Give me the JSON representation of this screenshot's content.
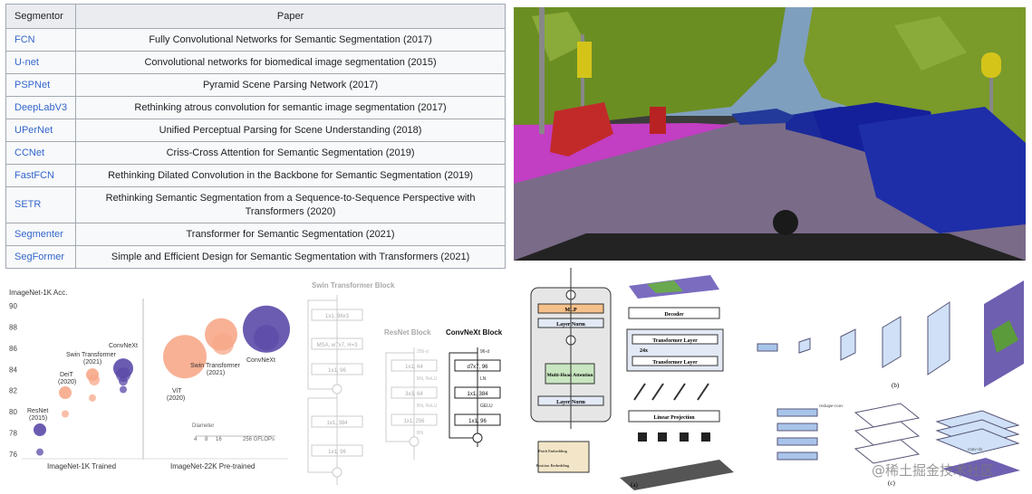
{
  "table": {
    "headers": [
      "Segmentor",
      "Paper"
    ],
    "rows": [
      {
        "name": "FCN",
        "paper": "Fully Convolutional Networks for Semantic Segmentation (2017)"
      },
      {
        "name": "U-net",
        "paper": "Convolutional networks for biomedical image segmentation (2015)"
      },
      {
        "name": "PSPNet",
        "paper": "Pyramid Scene Parsing Network (2017)"
      },
      {
        "name": "DeepLabV3",
        "paper": "Rethinking atrous convolution for semantic image segmentation (2017)"
      },
      {
        "name": "UPerNet",
        "paper": "Unified Perceptual Parsing for Scene Understanding (2018)"
      },
      {
        "name": "CCNet",
        "paper": "Criss-Cross Attention for Semantic Segmentation (2019)"
      },
      {
        "name": "FastFCN",
        "paper": "Rethinking Dilated Convolution in the Backbone for Semantic Segmentation (2019)"
      },
      {
        "name": "SETR",
        "paper": "Rethinking Semantic Segmentation from a Sequence-to-Sequence Perspective with Transformers (2020)"
      },
      {
        "name": "Segmenter",
        "paper": "Transformer for Semantic Segmentation (2021)"
      },
      {
        "name": "SegFormer",
        "paper": "Simple and Efficient Design for Semantic Segmentation with Transformers (2021)"
      }
    ]
  },
  "chart_data": {
    "type": "scatter",
    "title": "ImageNet-1K Acc.",
    "ylim": [
      76,
      90
    ],
    "yticks": [
      "90",
      "88",
      "86",
      "84",
      "82",
      "80",
      "78",
      "76"
    ],
    "groups": [
      "ImageNet-1K Trained",
      "ImageNet-22K Pre-trained"
    ],
    "series": [
      {
        "name": "ResNet (2015)",
        "color": "#5b4aa8",
        "points": [
          {
            "group": 0,
            "y": 78.3
          },
          {
            "group": 0,
            "y": 76.2
          }
        ]
      },
      {
        "name": "DeiT (2020)",
        "color": "#f7a88a",
        "points": [
          {
            "group": 0,
            "y": 81.8
          },
          {
            "group": 0,
            "y": 79.8
          }
        ]
      },
      {
        "name": "Swin Transformer (2021)",
        "color": "#f7a88a",
        "points": [
          {
            "group": 0,
            "y": 83.5
          },
          {
            "group": 0,
            "y": 83.0
          },
          {
            "group": 0,
            "y": 81.3
          }
        ]
      },
      {
        "name": "ConvNeXt",
        "color": "#5b4aa8",
        "points": [
          {
            "group": 0,
            "y": 84.1
          },
          {
            "group": 0,
            "y": 83.5
          },
          {
            "group": 0,
            "y": 82.9
          },
          {
            "group": 0,
            "y": 82.1
          }
        ]
      },
      {
        "name": "ViT (2020)",
        "color": "#f7a88a",
        "points": [
          {
            "group": 1,
            "y": 85.2
          }
        ]
      },
      {
        "name": "Swin Transformer (2021)",
        "color": "#f7a88a",
        "points": [
          {
            "group": 1,
            "y": 87.3
          },
          {
            "group": 1,
            "y": 86.4
          }
        ]
      },
      {
        "name": "ConvNeXt",
        "color": "#5b4aa8",
        "points": [
          {
            "group": 1,
            "y": 87.8
          },
          {
            "group": 1,
            "y": 87.0
          }
        ]
      }
    ],
    "labels": {
      "resnet": "ResNet\n(2015)",
      "deit": "DeiT\n(2020)",
      "swin1k": "Swin Transformer\n(2021)",
      "convnext1k": "ConvNeXt",
      "vit": "ViT\n(2020)",
      "swin22k": "Swin Transformer\n(2021)",
      "convnext22k": "ConvNeXt"
    },
    "diameter_legend": {
      "title": "Diameter",
      "values": [
        "4",
        "8",
        "16",
        "256 GFLOPs"
      ]
    }
  },
  "blocks": {
    "swin_title": "Swin Transformer Block",
    "resnet_title": "ResNet Block",
    "convnext_title": "ConvNeXt Block",
    "swin_layers": [
      "1x1, 96x3",
      "MSA, w7x7, H=3",
      "1x1, 96",
      "1x1, 384",
      "1x1, 96"
    ],
    "resnet_layers": [
      "1x1, 64",
      "3x3, 64",
      "1x1, 256"
    ],
    "convnext_layers": [
      "d7x7, 96",
      "1x1, 384",
      "1x1, 96"
    ],
    "convnext_labels": [
      "96-d",
      "LN",
      "GELU"
    ],
    "resnet_labels": [
      "256-d",
      "BN, ReLU",
      "BN, ReLU",
      "BN"
    ]
  },
  "segformer_fig": {
    "mlp": "MLP",
    "layer_norm": "Layer Norm",
    "multi_head": "Multi-Head Attention",
    "decoder": "Decoder",
    "transformer_layer": "Transformer Layer",
    "repeat": "24x",
    "linear_projection": "Linear Projection",
    "patch_embedding": "Patch Embedding",
    "position_embedding": "Position Embedding",
    "caption_a": "(a)",
    "caption_b": "(b)",
    "caption_c": "(c)",
    "reshape_conv": "reshape-conv",
    "conv4x": "conv-4x"
  },
  "watermark": "@稀土掘金技术社区"
}
